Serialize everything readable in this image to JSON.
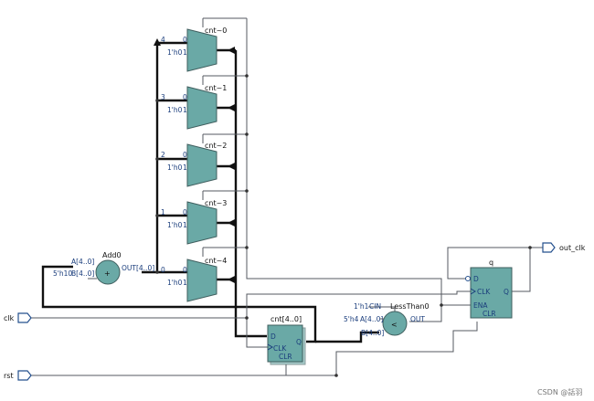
{
  "inputs": {
    "clk": "clk",
    "rst": "rst"
  },
  "outputs": {
    "out_clk": "out_clk"
  },
  "adder": {
    "name": "Add0",
    "port_a": "A[4..0]",
    "port_b": "B[4..0]",
    "port_out": "OUT[4..0]",
    "const_b": "5'h10",
    "symbol": "+"
  },
  "muxes": [
    {
      "name": "cnt~0",
      "sel_bit": "4",
      "in0": "0",
      "in1": "1",
      "const": "1'h0"
    },
    {
      "name": "cnt~1",
      "sel_bit": "3",
      "in0": "0",
      "in1": "1",
      "const": "1'h0"
    },
    {
      "name": "cnt~2",
      "sel_bit": "2",
      "in0": "0",
      "in1": "1",
      "const": "1'h0"
    },
    {
      "name": "cnt~3",
      "sel_bit": "1",
      "in0": "0",
      "in1": "1",
      "const": "1'h0"
    },
    {
      "name": "cnt~4",
      "sel_bit": "0",
      "in0": "0",
      "in1": "1",
      "const": "1'h0"
    }
  ],
  "counter_reg": {
    "name": "cnt[4..0]",
    "d": "D",
    "clk": "CLK",
    "clr": "CLR",
    "q": "Q"
  },
  "comparator": {
    "name": "LessThan0",
    "cin": "CIN",
    "cin_const": "1'h1",
    "port_a": "A[4..0]",
    "a_const": "5'h4",
    "port_b": "B[4..0]",
    "port_out": "OUT",
    "symbol": "<"
  },
  "q_reg": {
    "name": "q",
    "d": "D",
    "clk": "CLK",
    "ena": "ENA",
    "clr": "CLR",
    "q": "Q"
  },
  "watermark": "CSDN @話羽"
}
